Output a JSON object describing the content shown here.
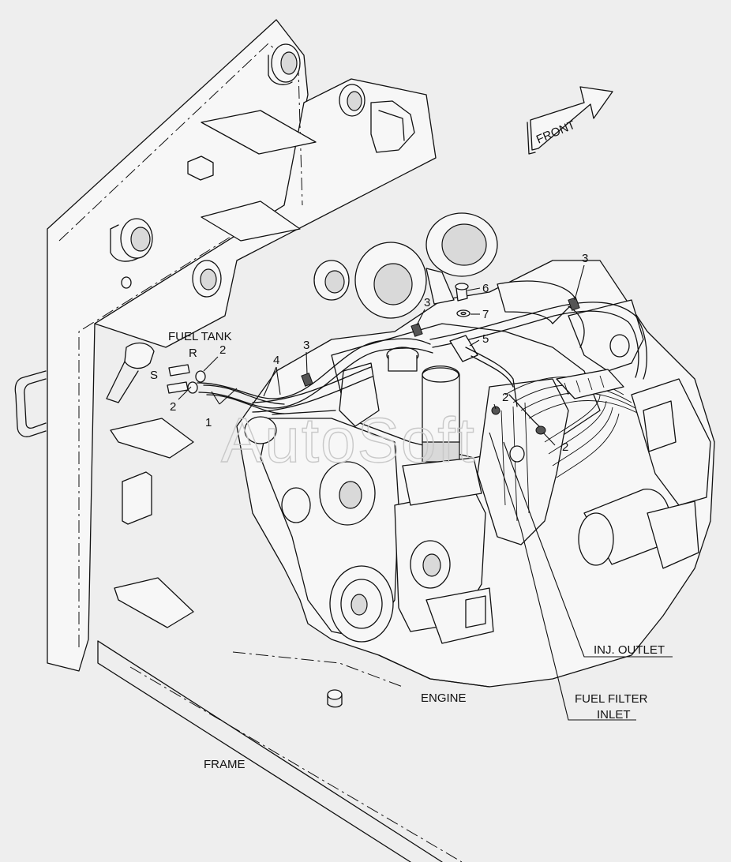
{
  "labels": {
    "fuel_tank": "FUEL TANK",
    "engine": "ENGINE",
    "frame": "FRAME",
    "inj_outlet": "INJ. OUTLET",
    "fuel_filter_inlet_line1": "FUEL FILTER",
    "fuel_filter_inlet_line2": "INLET",
    "front": "FRONT",
    "return_port": "R",
    "supply_port": "S"
  },
  "callouts": {
    "hose_1": "1",
    "clamp_2_tank_upper": "2",
    "clamp_2_tank_lower": "2",
    "clamp_2_filter": "2",
    "clamp_2_injector": "2",
    "clip_3_left": "3",
    "clip_3_center": "3",
    "clip_3_right": "3",
    "hose_4": "4",
    "sleeve_5": "5",
    "bolt_6": "6",
    "washer_7": "7"
  },
  "watermark": "AutoSoft"
}
